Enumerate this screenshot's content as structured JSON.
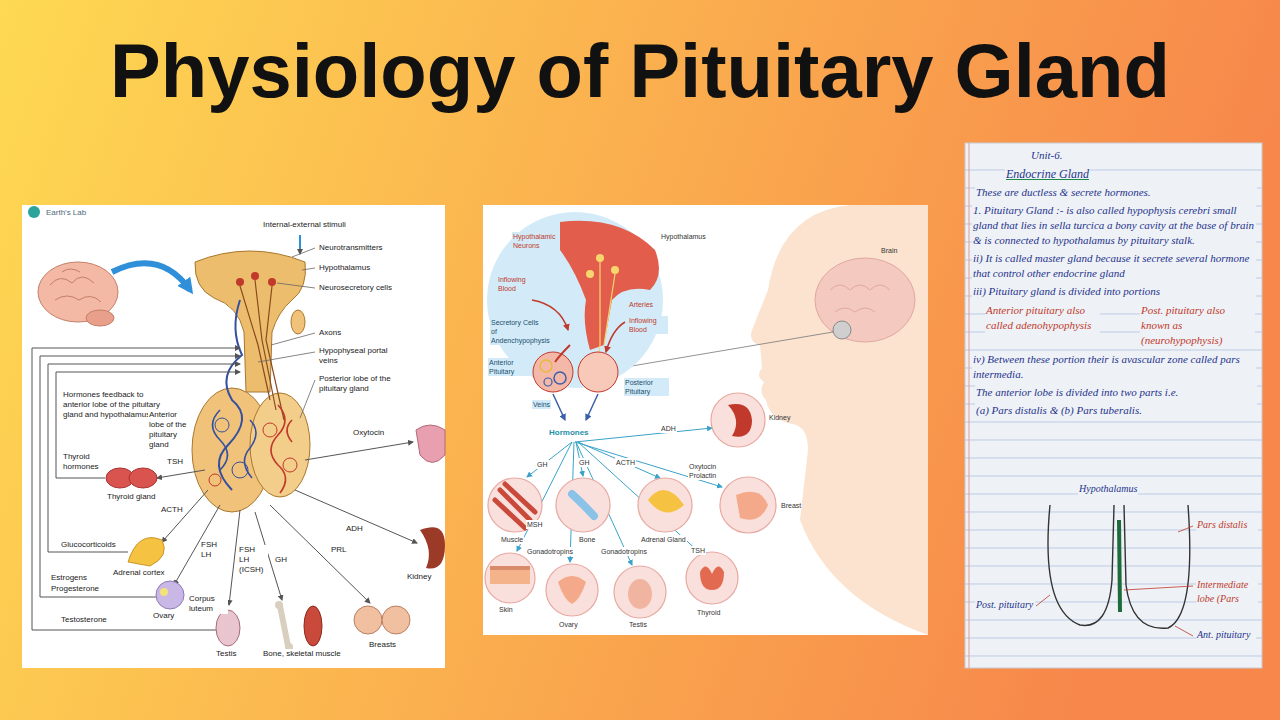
{
  "diagram": {
    "title": "Physiology of Pituitary Gland",
    "labels": [
      "Earth's Lab",
      "Internal-external stimuli",
      "Neurotransmitters",
      "Hypothalamus",
      "Neurosecretory cells",
      "Axons",
      "Hypophyseal portal veins",
      "Posterior lobe of the pituitary gland",
      "Hormones feedback to anterior lobe of the pituitary gland and hypothalamus",
      "Anterior lobe of the pituitary gland",
      "Thyroid hormones",
      "TSH",
      "Thyroid gland",
      "ACTH",
      "Glucocorticoids",
      "Adrenal cortex",
      "FSH LH",
      "FSH LH (ICSH)",
      "GH",
      "PRL",
      "ADH",
      "Oxytocin",
      "Estrogens",
      "Progesterone",
      "Ovary",
      "Corpus luteum",
      "Testosterone",
      "Testis",
      "Kidney",
      "Breasts",
      "Bone, skeletal muscle",
      "Hypothalamic Neurons",
      "Hypothalamus",
      "Inflowing Blood",
      "Arteries",
      "Inflowing Blood",
      "Secretory Cells of Andenchypophysis",
      "Anterior Pituitary",
      "Posterior Pituitary",
      "Veins",
      "Hormones",
      "Brain",
      "Kidney",
      "ADH",
      "Oxytocin",
      "Prolactin",
      "Breast",
      "GH",
      "GH",
      "ACTH",
      "Muscle",
      "Bone",
      "Adrenal Gland",
      "MSH",
      "Skin",
      "Gonadotropins",
      "Gonadotropins",
      "TSH",
      "Ovary",
      "Testis",
      "Thyroid",
      "Unit-6.",
      "Endocrine Gland",
      "These are ductless & secrete hormones.",
      "1. Pituitary Gland :- is also called hypophysis cerebri small gland that lies in sella turcica a bony cavity at the base of brain & is connected to hypothalamus by pituitary stalk.",
      "ii) It is called master gland because it secrete several hormone that control other endocrine gland",
      "iii) Pituitary gland is divided into portions",
      "Anterior pituitary also called adenohypophysis",
      "Post. pituitary also known as (neurohypophysis)",
      "iv) Between these portion their is avascular zone called pars intermedia.",
      "The anterior lobe is divided into two parts i.e.",
      "(a) Pars distalis & (b) Pars tuberalis.",
      "Hypothalamus",
      "Pars distalis",
      "Post. pituitary",
      "Intermediate lobe (Pars",
      "Ant. pituitary"
    ]
  }
}
